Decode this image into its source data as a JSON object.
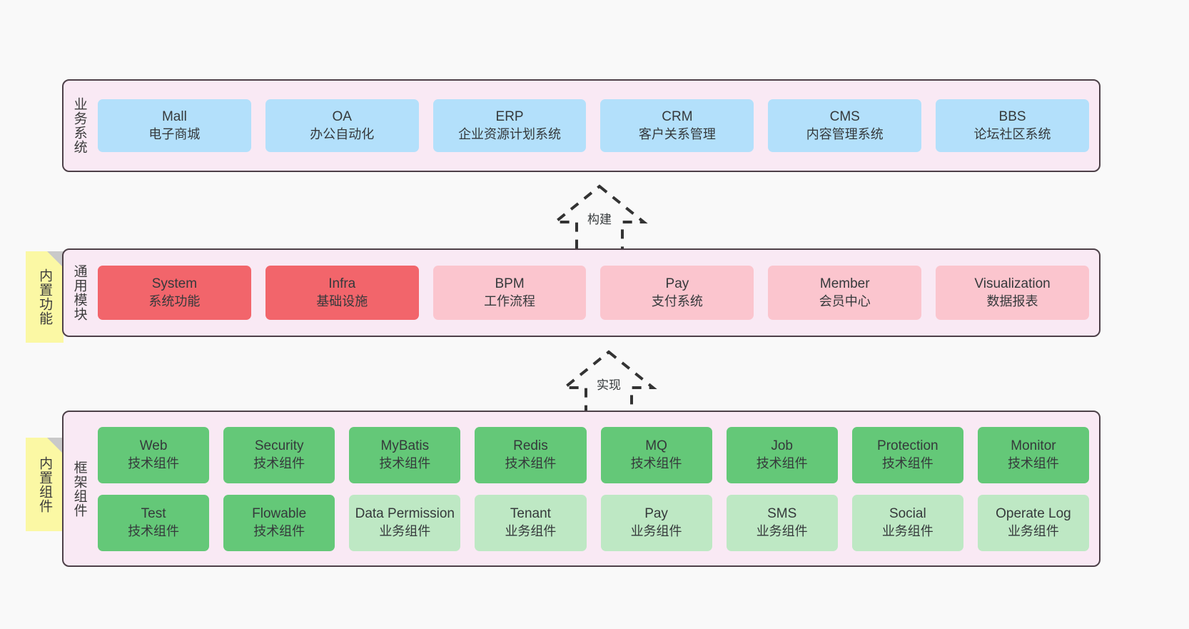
{
  "diagram": {
    "background": "#f9f9f9",
    "layer_fill": "#f9e9f4",
    "layer_stroke": "#4d4048",
    "sticky_fill": "#fbf8a4"
  },
  "layers": {
    "business": {
      "title": "业务系统",
      "node_color": "#b3e0fb",
      "nodes": [
        {
          "name": "Mall",
          "desc": "电子商城"
        },
        {
          "name": "OA",
          "desc": "办公自动化"
        },
        {
          "name": "ERP",
          "desc": "企业资源计划系统"
        },
        {
          "name": "CRM",
          "desc": "客户关系管理"
        },
        {
          "name": "CMS",
          "desc": "内容管理系统"
        },
        {
          "name": "BBS",
          "desc": "论坛社区系统"
        }
      ]
    },
    "common": {
      "title": "通用模块",
      "sticky": "内置功能",
      "node_color_primary": "#f2656b",
      "node_color_secondary": "#fbc5ce",
      "nodes": [
        {
          "name": "System",
          "desc": "系统功能",
          "variant": "red"
        },
        {
          "name": "Infra",
          "desc": "基础设施",
          "variant": "red"
        },
        {
          "name": "BPM",
          "desc": "工作流程",
          "variant": "pink"
        },
        {
          "name": "Pay",
          "desc": "支付系统",
          "variant": "pink"
        },
        {
          "name": "Member",
          "desc": "会员中心",
          "variant": "pink"
        },
        {
          "name": "Visualization",
          "desc": "数据报表",
          "variant": "pink"
        }
      ]
    },
    "framework": {
      "title": "框架组件",
      "sticky": "内置组件",
      "node_color_primary": "#64c878",
      "node_color_secondary": "#bee8c4",
      "row1": [
        {
          "name": "Web",
          "desc": "技术组件",
          "variant": "green"
        },
        {
          "name": "Security",
          "desc": "技术组件",
          "variant": "green"
        },
        {
          "name": "MyBatis",
          "desc": "技术组件",
          "variant": "green"
        },
        {
          "name": "Redis",
          "desc": "技术组件",
          "variant": "green"
        },
        {
          "name": "MQ",
          "desc": "技术组件",
          "variant": "green"
        },
        {
          "name": "Job",
          "desc": "技术组件",
          "variant": "green"
        },
        {
          "name": "Protection",
          "desc": "技术组件",
          "variant": "green"
        },
        {
          "name": "Monitor",
          "desc": "技术组件",
          "variant": "green"
        }
      ],
      "row2": [
        {
          "name": "Test",
          "desc": "技术组件",
          "variant": "green"
        },
        {
          "name": "Flowable",
          "desc": "技术组件",
          "variant": "green"
        },
        {
          "name": "Data Permission",
          "desc": "业务组件",
          "variant": "lightgreen"
        },
        {
          "name": "Tenant",
          "desc": "业务组件",
          "variant": "lightgreen"
        },
        {
          "name": "Pay",
          "desc": "业务组件",
          "variant": "lightgreen"
        },
        {
          "name": "SMS",
          "desc": "业务组件",
          "variant": "lightgreen"
        },
        {
          "name": "Social",
          "desc": "业务组件",
          "variant": "lightgreen"
        },
        {
          "name": "Operate Log",
          "desc": "业务组件",
          "variant": "lightgreen"
        }
      ]
    }
  },
  "connectors": [
    {
      "id": "build",
      "label": "构建",
      "style": "dashed-generalization"
    },
    {
      "id": "impl",
      "label": "实现",
      "style": "dashed-generalization"
    }
  ]
}
